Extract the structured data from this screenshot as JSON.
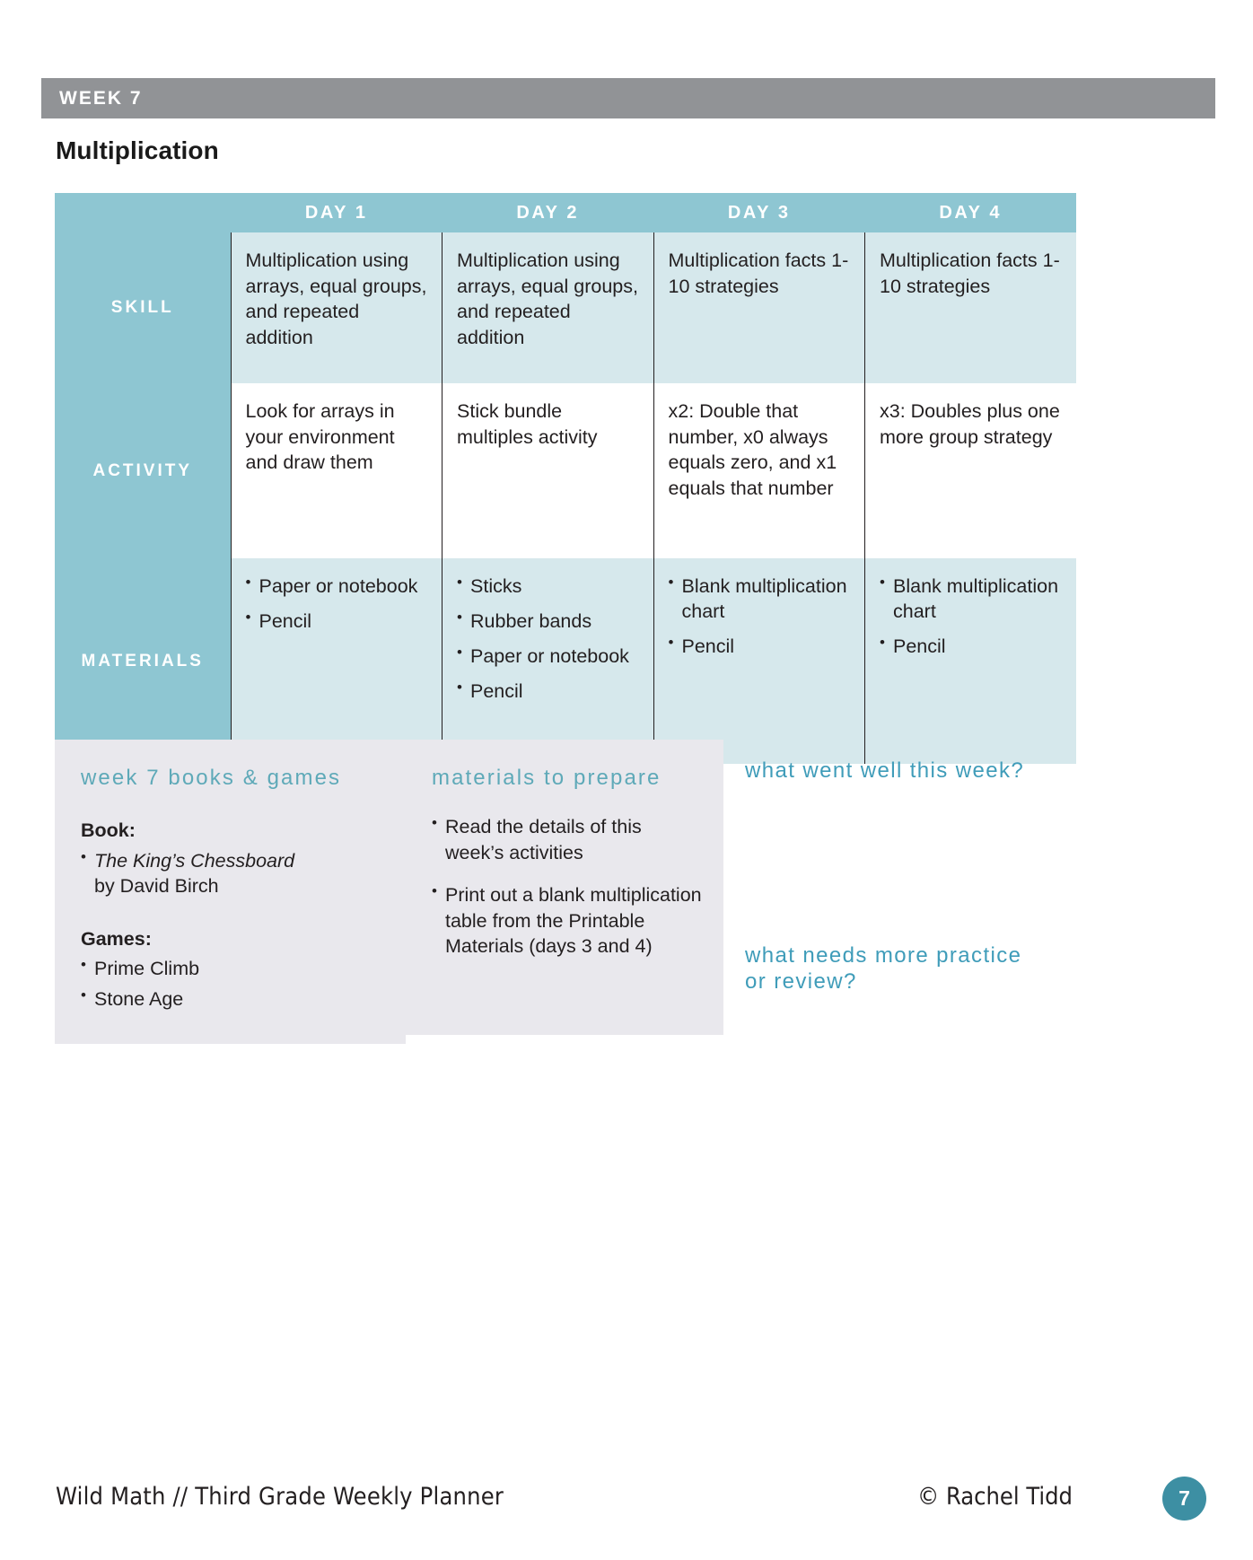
{
  "banner": {
    "week_label": "WEEK 7"
  },
  "page_title": "Multiplication",
  "table": {
    "corner_label": "",
    "day_headers": [
      "DAY 1",
      "DAY 2",
      "DAY 3",
      "DAY 4"
    ],
    "row_labels": {
      "skill": "SKILL",
      "activity": "ACTIVITY",
      "materials": "MATERIALS"
    },
    "skill": [
      "Multiplication using arrays, equal groups, and repeated addition",
      "Multiplication using arrays, equal groups, and repeated addition",
      "Multiplication facts 1-10 strategies",
      "Multiplication facts 1-10 strategies"
    ],
    "activity": [
      "Look for arrays in your environment and draw them",
      "Stick bundle multiples activity",
      "x2: Double that number, x0 always equals zero, and x1 equals that number",
      "x3: Doubles plus one more group strategy"
    ],
    "materials": [
      [
        "Paper or notebook",
        "Pencil"
      ],
      [
        "Sticks",
        "Rubber bands",
        "Paper or notebook",
        "Pencil"
      ],
      [
        "Blank multiplication chart",
        "Pencil"
      ],
      [
        "Blank multiplication chart",
        "Pencil"
      ]
    ]
  },
  "books_box": {
    "heading": "week 7 books & games",
    "book_label": "Book:",
    "book_title": "The King’s Chessboard",
    "book_author": "by David Birch",
    "games_label": "Games:",
    "games": [
      "Prime Climb",
      "Stone Age"
    ]
  },
  "prepare_box": {
    "heading": "materials to prepare",
    "items": [
      "Read the details of this week’s activities",
      "Print out a blank multiplication table from the Printable Materials (days 3 and 4)"
    ]
  },
  "prompts": {
    "went_well": "what went well this week?",
    "needs_practice": "what needs more practice or review?"
  },
  "footer": {
    "left": "Wild Math // Third Grade Weekly Planner",
    "copyright": "© Rachel Tidd",
    "page_number": "7"
  },
  "colors": {
    "banner_gray": "#919396",
    "teal_header": "#8ec6d2",
    "cell_tint": "#d6e8ec",
    "note_box_gray": "#e9e8ed",
    "note_heading_teal": "#5ea9b8",
    "prompt_blue": "#3f9cb9",
    "badge_teal": "#3d8fa3"
  }
}
